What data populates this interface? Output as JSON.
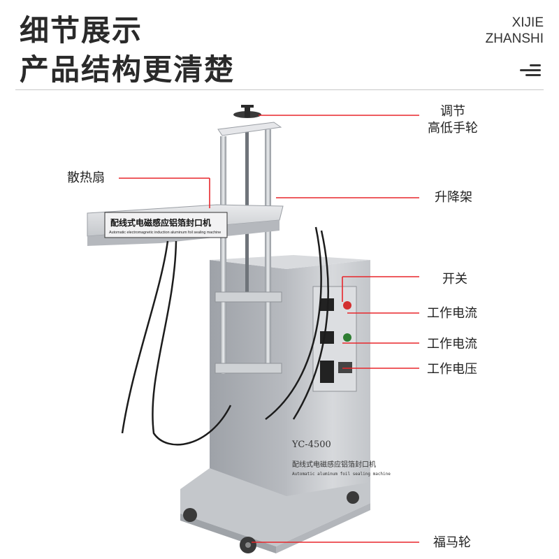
{
  "header": {
    "title_line1": "细节展示",
    "title_line2": "产品结构更清楚",
    "english_line1": "XIJIE",
    "english_line2": "ZHANSHI"
  },
  "machine": {
    "top_label_cn": "配线式电磁感应铝箔封口机",
    "top_label_en": "Automatic electromagnetic induction aluminum foil sealing machine",
    "model": "YC-4500",
    "body_label_cn": "配线式电磁感应铝箔封口机",
    "body_label_en": "Automatic aluminum foil sealing machine"
  },
  "callouts": {
    "adjust_line1": "调节",
    "adjust_line2": "高低手轮",
    "fan": "散热扇",
    "lift_frame": "升降架",
    "switch": "开关",
    "current_1": "工作电流",
    "current_2": "工作电流",
    "voltage": "工作电压",
    "caster": "福马轮"
  },
  "colors": {
    "accent": "#e8262b",
    "title": "#2a2a2a",
    "steel": "#c9ccd0"
  }
}
